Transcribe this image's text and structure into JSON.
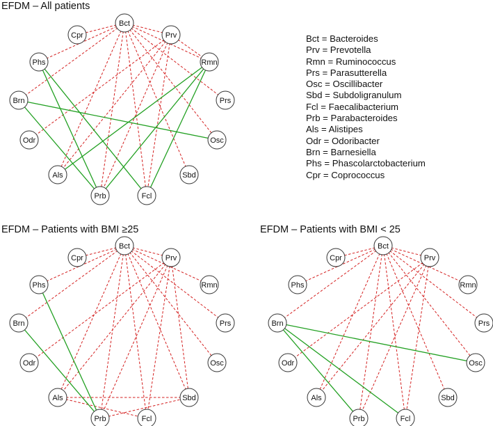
{
  "colors": {
    "positive": "#22a022",
    "negative": "#d42020",
    "node_stroke": "#333333",
    "text": "#111111"
  },
  "panels": [
    {
      "id": "all",
      "title": "EFDM – All patients",
      "nodes": [
        "Bct",
        "Prv",
        "Rmn",
        "Prs",
        "Osc",
        "Sbd",
        "Fcl",
        "Prb",
        "Als",
        "Odr",
        "Brn",
        "Phs",
        "Cpr"
      ],
      "edges": [
        {
          "a": "Bct",
          "b": "Cpr",
          "sign": "neg"
        },
        {
          "a": "Bct",
          "b": "Phs",
          "sign": "neg"
        },
        {
          "a": "Bct",
          "b": "Brn",
          "sign": "neg"
        },
        {
          "a": "Bct",
          "b": "Prv",
          "sign": "neg"
        },
        {
          "a": "Bct",
          "b": "Rmn",
          "sign": "neg"
        },
        {
          "a": "Bct",
          "b": "Prs",
          "sign": "neg"
        },
        {
          "a": "Bct",
          "b": "Osc",
          "sign": "neg"
        },
        {
          "a": "Bct",
          "b": "Sbd",
          "sign": "neg"
        },
        {
          "a": "Bct",
          "b": "Fcl",
          "sign": "neg"
        },
        {
          "a": "Bct",
          "b": "Prb",
          "sign": "neg"
        },
        {
          "a": "Bct",
          "b": "Als",
          "sign": "neg"
        },
        {
          "a": "Prv",
          "b": "Rmn",
          "sign": "neg"
        },
        {
          "a": "Prv",
          "b": "Odr",
          "sign": "neg"
        },
        {
          "a": "Prv",
          "b": "Als",
          "sign": "neg"
        },
        {
          "a": "Prv",
          "b": "Prb",
          "sign": "neg"
        },
        {
          "a": "Prv",
          "b": "Fcl",
          "sign": "neg"
        },
        {
          "a": "Rmn",
          "b": "Als",
          "sign": "pos"
        },
        {
          "a": "Rmn",
          "b": "Prb",
          "sign": "pos"
        },
        {
          "a": "Rmn",
          "b": "Fcl",
          "sign": "pos"
        },
        {
          "a": "Phs",
          "b": "Prb",
          "sign": "pos"
        },
        {
          "a": "Phs",
          "b": "Fcl",
          "sign": "pos"
        },
        {
          "a": "Brn",
          "b": "Osc",
          "sign": "pos"
        },
        {
          "a": "Brn",
          "b": "Prb",
          "sign": "pos"
        }
      ]
    },
    {
      "id": "bmi_high",
      "title": "EFDM – Patients with BMI ≥25",
      "nodes": [
        "Bct",
        "Prv",
        "Rmn",
        "Prs",
        "Osc",
        "Sbd",
        "Fcl",
        "Prb",
        "Als",
        "Odr",
        "Brn",
        "Phs",
        "Cpr"
      ],
      "edges": [
        {
          "a": "Bct",
          "b": "Cpr",
          "sign": "neg"
        },
        {
          "a": "Bct",
          "b": "Phs",
          "sign": "neg"
        },
        {
          "a": "Bct",
          "b": "Brn",
          "sign": "neg"
        },
        {
          "a": "Bct",
          "b": "Prv",
          "sign": "neg"
        },
        {
          "a": "Bct",
          "b": "Rmn",
          "sign": "neg"
        },
        {
          "a": "Bct",
          "b": "Prs",
          "sign": "neg"
        },
        {
          "a": "Bct",
          "b": "Osc",
          "sign": "neg"
        },
        {
          "a": "Bct",
          "b": "Sbd",
          "sign": "neg"
        },
        {
          "a": "Bct",
          "b": "Fcl",
          "sign": "neg"
        },
        {
          "a": "Bct",
          "b": "Prb",
          "sign": "neg"
        },
        {
          "a": "Bct",
          "b": "Als",
          "sign": "neg"
        },
        {
          "a": "Prv",
          "b": "Odr",
          "sign": "neg"
        },
        {
          "a": "Prv",
          "b": "Als",
          "sign": "neg"
        },
        {
          "a": "Prv",
          "b": "Prb",
          "sign": "neg"
        },
        {
          "a": "Prv",
          "b": "Fcl",
          "sign": "neg"
        },
        {
          "a": "Prv",
          "b": "Sbd",
          "sign": "neg"
        },
        {
          "a": "Als",
          "b": "Sbd",
          "sign": "neg"
        },
        {
          "a": "Prb",
          "b": "Sbd",
          "sign": "neg"
        },
        {
          "a": "Als",
          "b": "Fcl",
          "sign": "neg"
        },
        {
          "a": "Phs",
          "b": "Prb",
          "sign": "pos"
        },
        {
          "a": "Brn",
          "b": "Prb",
          "sign": "pos"
        }
      ]
    },
    {
      "id": "bmi_low",
      "title": "EFDM – Patients with BMI < 25",
      "nodes": [
        "Bct",
        "Prv",
        "Rmn",
        "Prs",
        "Osc",
        "Sbd",
        "Fcl",
        "Prb",
        "Als",
        "Odr",
        "Brn",
        "Phs",
        "Cpr"
      ],
      "edges": [
        {
          "a": "Bct",
          "b": "Cpr",
          "sign": "neg"
        },
        {
          "a": "Bct",
          "b": "Phs",
          "sign": "neg"
        },
        {
          "a": "Bct",
          "b": "Brn",
          "sign": "neg"
        },
        {
          "a": "Bct",
          "b": "Prv",
          "sign": "neg"
        },
        {
          "a": "Bct",
          "b": "Rmn",
          "sign": "neg"
        },
        {
          "a": "Bct",
          "b": "Prs",
          "sign": "neg"
        },
        {
          "a": "Bct",
          "b": "Osc",
          "sign": "neg"
        },
        {
          "a": "Bct",
          "b": "Sbd",
          "sign": "neg"
        },
        {
          "a": "Bct",
          "b": "Fcl",
          "sign": "neg"
        },
        {
          "a": "Bct",
          "b": "Prb",
          "sign": "neg"
        },
        {
          "a": "Bct",
          "b": "Als",
          "sign": "neg"
        },
        {
          "a": "Prv",
          "b": "Odr",
          "sign": "neg"
        },
        {
          "a": "Prv",
          "b": "Als",
          "sign": "neg"
        },
        {
          "a": "Prv",
          "b": "Prb",
          "sign": "neg"
        },
        {
          "a": "Prv",
          "b": "Fcl",
          "sign": "neg"
        },
        {
          "a": "Brn",
          "b": "Osc",
          "sign": "pos"
        },
        {
          "a": "Brn",
          "b": "Prb",
          "sign": "pos"
        },
        {
          "a": "Brn",
          "b": "Fcl",
          "sign": "pos"
        }
      ]
    }
  ],
  "legend": [
    {
      "abbr": "Bct",
      "text": "Bct = Bacteroides"
    },
    {
      "abbr": "Prv",
      "text": "Prv = Prevotella"
    },
    {
      "abbr": "Rmn",
      "text": "Rmn = Ruminococcus"
    },
    {
      "abbr": "Prs",
      "text": "Prs = Parasutterella"
    },
    {
      "abbr": "Osc",
      "text": "Osc = Oscillibacter"
    },
    {
      "abbr": "Sbd",
      "text": "Sbd = Subdoligranulum"
    },
    {
      "abbr": "Fcl",
      "text": "Fcl = Faecalibacterium"
    },
    {
      "abbr": "Prb",
      "text": "Prb = Parabacteroides"
    },
    {
      "abbr": "Als",
      "text": "Als = Alistipes"
    },
    {
      "abbr": "Odr",
      "text": "Odr = Odoribacter"
    },
    {
      "abbr": "Brn",
      "text": "Brn = Barnesiella"
    },
    {
      "abbr": "Phs",
      "text": "Phs = Phascolarctobacterium"
    },
    {
      "abbr": "Cpr",
      "text": "Cpr = Coprococcus"
    }
  ]
}
